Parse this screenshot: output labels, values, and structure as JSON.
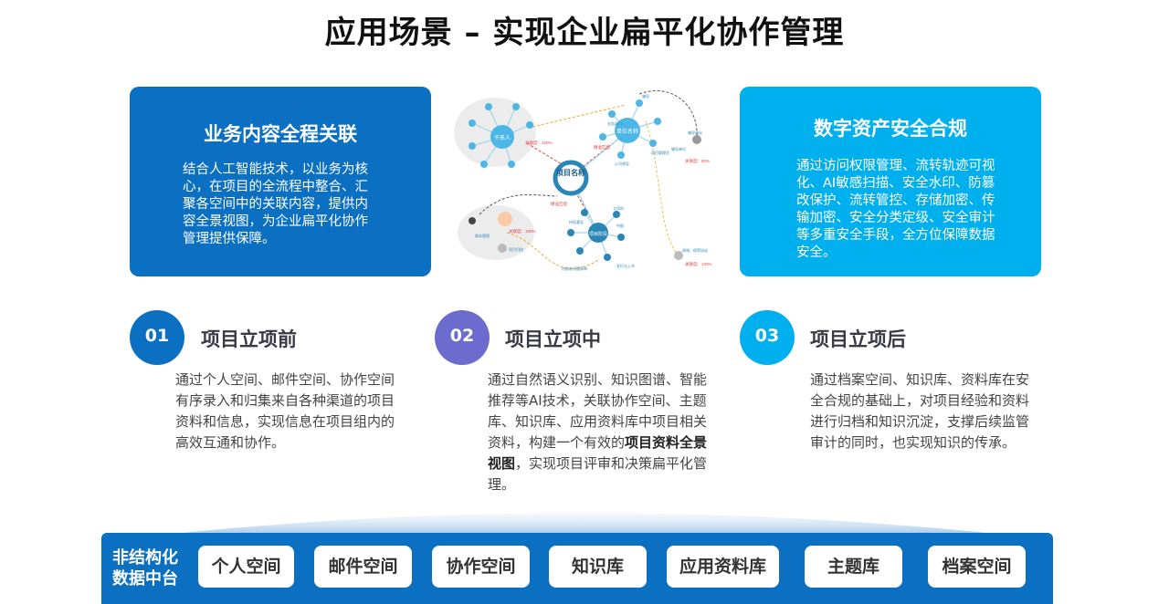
{
  "title": "应用场景 – 实现企业扁平化协作管理",
  "left_card": {
    "title": "业务内容全程关联",
    "body": "结合人工智能技术，以业务为核心，在项目的全流程中整合、汇聚各空间中的关联内容，提供内容全景视图，为企业扁平化协作管理提供保障。"
  },
  "right_card": {
    "title": "数字资产安全合规",
    "body": "通过访问权限管理、流转轨迹可视化、AI敏感扫描、安全水印、防篡改保护、流转管控、存储加密、传输加密、安全分类定级、安全审计等多重安全手段，全方位保障数据安全。"
  },
  "graph": {
    "center": "项目名称",
    "hub_person": "干系人",
    "hub_unit": "单位名称",
    "hub_stage": "项目阶段",
    "rel_left": "关联度：100%",
    "rel_right": "关联度：80%",
    "rel_bottom_left": "关联度：100%",
    "rel_bottom_right": "关联度：100%",
    "edge_a": "精准匹配",
    "edge_b": "精准匹配",
    "leaf_1": "辅导",
    "leaf_2": "业务部门",
    "leaf_3": "公司领导",
    "leaf_4": "项目管理员",
    "leaf_5": "辅导单位",
    "leaf_6": "持续督导",
    "leaf_7": "中报",
    "leaf_8": "发行与上市",
    "leaf_9": "内核前问题清单",
    "leaf_10": "立项阶",
    "leaf_11": "版本管理",
    "leaf_12": "项目归档",
    "leaf_13": "承销、保荐协议",
    "leaf_14": "辅导协议"
  },
  "steps": [
    {
      "num": "01",
      "title": "项目立项前",
      "body": "通过个人空间、邮件空间、协作空间有序录入和归集来自各种渠道的项目资料和信息，实现信息在项目组内的高效互通和协作。"
    },
    {
      "num": "02",
      "title": "项目立项中",
      "body_pre": "通过自然语义识别、知识图谱、智能推荐等AI技术，关联协作空间、主题库、知识库、应用资料库中项目相关资料，构建一个有效的",
      "body_bold": "项目资料全景视图",
      "body_post": "，实现项目评审和决策扁平化管理。"
    },
    {
      "num": "03",
      "title": "项目立项后",
      "body": "通过档案空间、知识库、资料库在安全合规的基础上，对项目经验和资料进行归档和知识沉淀，支撑后续监管审计的同时，也实现知识的传承。"
    }
  ],
  "bottom": {
    "label_line1": "非结构化",
    "label_line2": "数据中台",
    "pills": [
      "个人空间",
      "邮件空间",
      "协作空间",
      "知识库",
      "应用资料库",
      "主题库",
      "档案空间"
    ]
  },
  "colors": {
    "blue": "#0b6fc2",
    "cyan": "#00b0ee",
    "purple": "#6c6cce"
  }
}
